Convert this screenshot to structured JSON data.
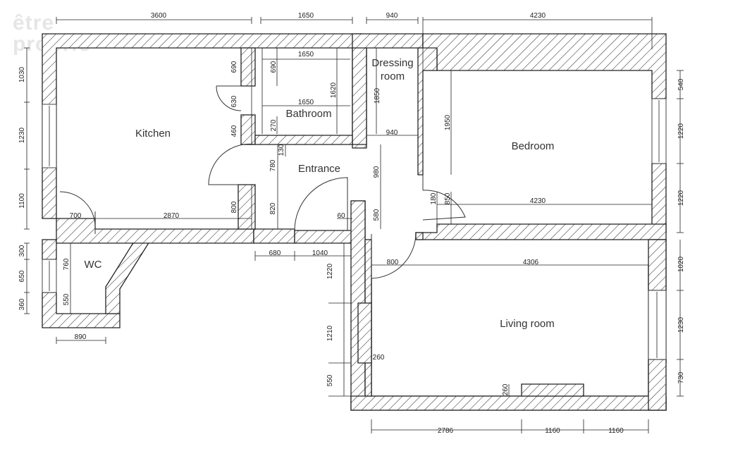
{
  "watermark": {
    "line1": "être",
    "line2": "proprio"
  },
  "rooms": {
    "kitchen": "Kitchen",
    "bathroom": "Bathroom",
    "dressing_line1": "Dressing",
    "dressing_line2": "room",
    "entrance": "Entrance",
    "bedroom": "Bedroom",
    "wc": "WC",
    "living": "Living room"
  },
  "dimensions": {
    "top_3600": "3600",
    "top_1650": "1650",
    "top_940": "940",
    "top_4230": "4230",
    "bath_1650_top": "1650",
    "bath_1650_mid": "1650",
    "bath_1620": "1620",
    "bath_690": "690",
    "bath_270": "270",
    "dress_1850": "1850",
    "dress_940": "940",
    "bed_1950": "1950",
    "bed_4230": "4230",
    "bed_180": "180",
    "bed_850": "850",
    "kit_690": "690",
    "kit_630": "630",
    "kit_460": "460",
    "ent_130": "130",
    "ent_780": "780",
    "ent_980": "980",
    "kit_800": "800",
    "ent_820": "820",
    "ent_580": "580",
    "ent_60": "60",
    "kit_700": "700",
    "kit_2870": "2870",
    "left_1030": "1030",
    "left_1230": "1230",
    "left_1100": "1100",
    "left_300": "300",
    "left_650": "650",
    "left_360": "360",
    "wc_760": "760",
    "wc_550": "550",
    "wc_890": "890",
    "ent_680": "680",
    "ent_1040": "1040",
    "lr_1220": "1220",
    "lr_1210": "1210",
    "lr_550": "550",
    "lr_260_left": "260",
    "lr_800": "800",
    "lr_4306": "4306",
    "lr_260_bottom": "260",
    "right_540": "540",
    "right_1220_a": "1220",
    "right_1220_b": "1220",
    "right_1020": "1020",
    "right_1230": "1230",
    "right_730": "730",
    "bot_2786": "2786",
    "bot_1160_a": "1160",
    "bot_1160_b": "1160"
  }
}
